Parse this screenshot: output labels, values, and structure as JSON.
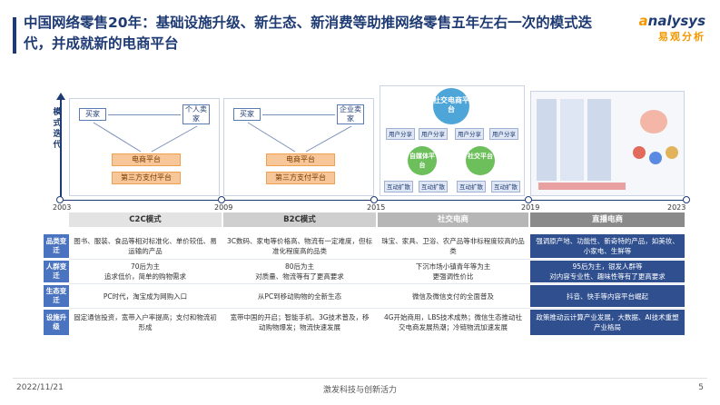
{
  "header": {
    "title": "中国网络零售20年：基础设施升级、新生态、新消费等助推网络零售五年左右一次的模式迭代，并成就新的电商平台",
    "logo_en": "nalysys",
    "logo_cn": "易观分析"
  },
  "axis_label": "模式迭代",
  "years": [
    "2003",
    "2009",
    "2015",
    "2019",
    "2023"
  ],
  "stages": {
    "c2c": {
      "buyer": "买家",
      "seller": "个人卖家",
      "platform": "电商平台",
      "payment": "第三方支付平台"
    },
    "b2c": {
      "buyer": "买家",
      "seller": "企业卖家",
      "platform": "电商平台",
      "payment": "第三方支付平台"
    },
    "social": {
      "center": "社交电商平台",
      "share": "用户分享",
      "left_circle": "自媒体平台",
      "right_circle": "社交平台",
      "expand": "互动扩散"
    }
  },
  "eras": [
    "C2C模式",
    "B2C模式",
    "社交电商",
    "直播电商"
  ],
  "rows": [
    {
      "label": "品类变迁",
      "cells": [
        "图书、服装、食品等相对标准化、单价较低、易运输的产品",
        "3C数码、家电等价格高、物流有一定难度，但标准化程度高的品类",
        "珠宝、家具、卫浴、农产品等非标程度较高的品类",
        "强调原产地、功能性、新奇特的产品，如美妆、小家电、生鲜等"
      ]
    },
    {
      "label": "人群变迁",
      "cells": [
        "70后为主\n追求低价，简单的购物需求",
        "80后为主\n对质量、物流等有了更高要求",
        "下沉市场小镇青年等为主\n更强调性价比",
        "95后为主，银发人群等\n对内容专业性、趣味性等有了更高要求"
      ]
    },
    {
      "label": "生态变迁",
      "cells": [
        "PC时代，淘宝成为网购入口",
        "从PC到移动购物的全新生态",
        "微信及微信支付的全面普及",
        "抖音、快手等内容平台崛起"
      ]
    },
    {
      "label": "设施升级",
      "cells": [
        "固定通信投资，宽带入户率提高；支付和物流初形成",
        "宽带中国的开启；智能手机、3G技术普及，移动购物爆发；物流快速发展",
        "4G开始商用，LBS技术成熟；微信生态推动社交电商发展热潮；冷链物流加速发展",
        "政策推动云计算产业发展，大数据、AI技术重塑产业格局"
      ]
    }
  ],
  "footer": {
    "date": "2022/11/21",
    "center": "激发科技与创新活力",
    "page": "5"
  }
}
